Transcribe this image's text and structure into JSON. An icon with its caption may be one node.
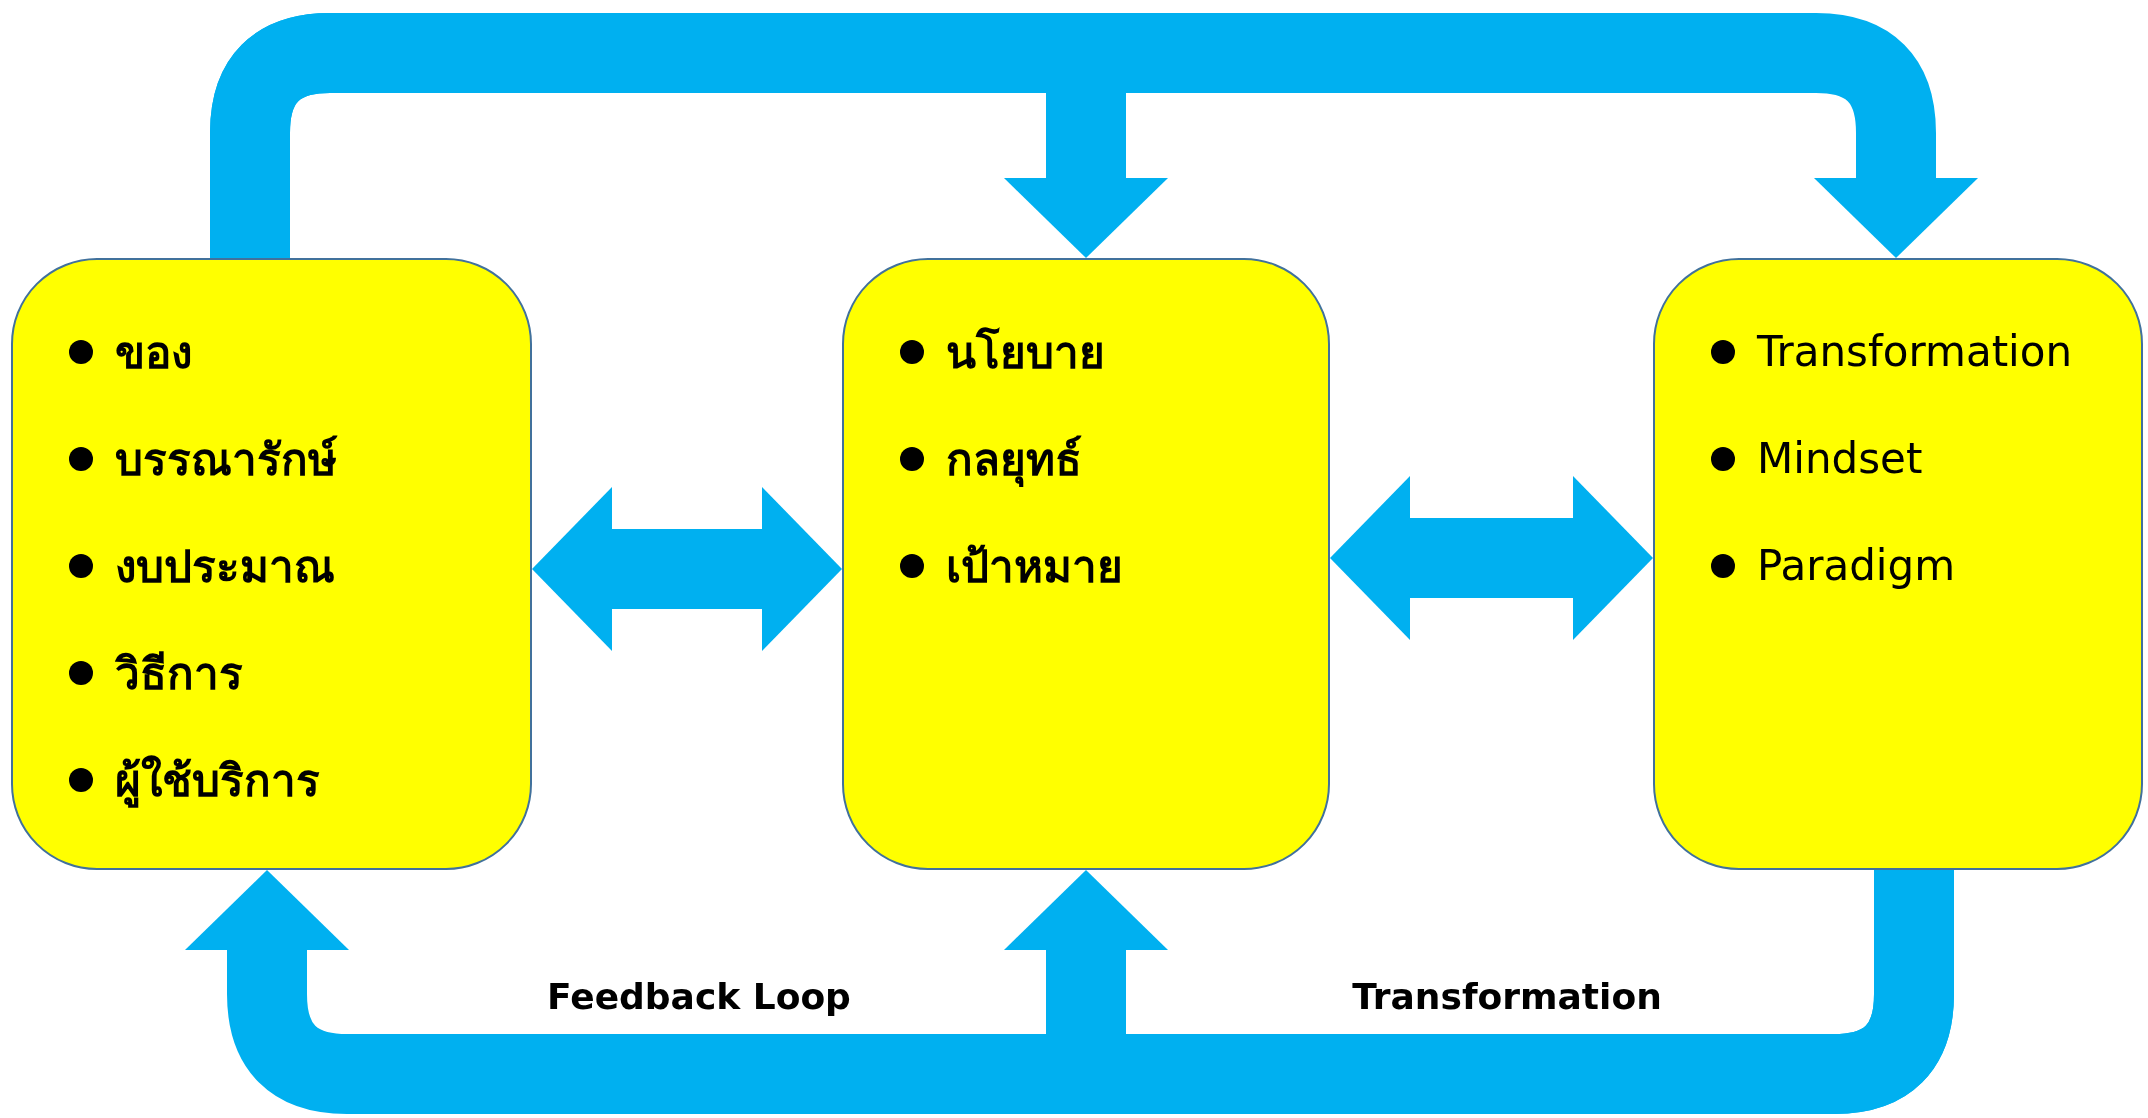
{
  "diagram": {
    "nodes": [
      {
        "text": [
          "ของ",
          "บรรณารักษ์",
          "งบประมาณ",
          "วิธีการ",
          "ผู้ใช้บริการ"
        ]
      },
      {
        "text": [
          "นโยบาย",
          "กลยุทธ์",
          "เป้าหมาย"
        ]
      },
      {
        "text": [
          "Transformation",
          "Mindset",
          "Paradigm"
        ]
      }
    ],
    "edges": [
      {
        "from": 0,
        "to": 2,
        "arrow": "to"
      },
      {
        "from": 0,
        "to": 1,
        "arrow": "to"
      },
      {
        "from": 2,
        "to": 0,
        "arrow": "to"
      },
      {
        "from": 2,
        "to": 1,
        "arrow": "to"
      },
      {
        "from": 0,
        "to": 1,
        "arrow": "both"
      },
      {
        "from": 1,
        "to": 2,
        "arrow": "both"
      }
    ],
    "labels": [
      "Feedback Loop",
      "Transformation"
    ]
  }
}
